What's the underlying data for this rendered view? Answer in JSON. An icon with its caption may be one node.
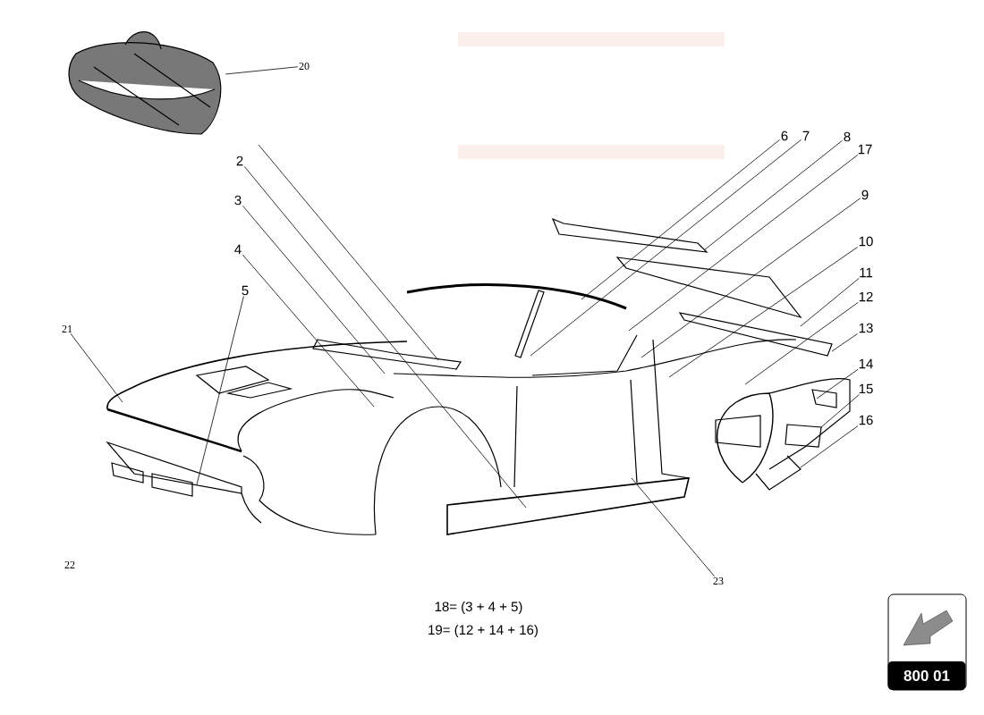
{
  "diagram": {
    "nodes": [
      {
        "text": [
          "20"
        ]
      },
      {
        "text": [
          "6"
        ]
      },
      {
        "text": [
          "7"
        ]
      },
      {
        "text": [
          "8"
        ]
      },
      {
        "text": [
          "17"
        ]
      },
      {
        "text": [
          "2"
        ]
      },
      {
        "text": [
          "9"
        ]
      },
      {
        "text": [
          "3"
        ]
      },
      {
        "text": [
          "10"
        ]
      },
      {
        "text": [
          "4"
        ]
      },
      {
        "text": [
          "11"
        ]
      },
      {
        "text": [
          "5"
        ]
      },
      {
        "text": [
          "12"
        ]
      },
      {
        "text": [
          "13"
        ]
      },
      {
        "text": [
          "21"
        ]
      },
      {
        "text": [
          "14"
        ]
      },
      {
        "text": [
          "15"
        ]
      },
      {
        "text": [
          "16"
        ]
      },
      {
        "text": [
          "23"
        ]
      },
      {
        "text": [
          "800 01"
        ]
      },
      {
        "text": [],
        "shape": "picture"
      }
    ],
    "edges": [
      {
        "from": 0,
        "to": 20,
        "arrow": "none"
      },
      {
        "from": 1,
        "to": null,
        "arrow": "none"
      },
      {
        "from": 2,
        "to": null,
        "arrow": "none"
      },
      {
        "from": 3,
        "to": null,
        "arrow": "none"
      },
      {
        "from": 4,
        "to": null,
        "arrow": "none"
      },
      {
        "from": 5,
        "to": null,
        "arrow": "none"
      },
      {
        "from": 6,
        "to": null,
        "arrow": "none"
      },
      {
        "from": 7,
        "to": null,
        "arrow": "none"
      },
      {
        "from": 8,
        "to": null,
        "arrow": "none"
      },
      {
        "from": 9,
        "to": null,
        "arrow": "none"
      },
      {
        "from": 10,
        "to": null,
        "arrow": "none"
      },
      {
        "from": 11,
        "to": null,
        "arrow": "none"
      },
      {
        "from": 12,
        "to": null,
        "arrow": "none"
      },
      {
        "from": 13,
        "to": null,
        "arrow": "none"
      },
      {
        "from": 14,
        "to": null,
        "arrow": "none"
      },
      {
        "from": 15,
        "to": null,
        "arrow": "none"
      },
      {
        "from": 16,
        "to": null,
        "arrow": "none"
      },
      {
        "from": 17,
        "to": null,
        "arrow": "none"
      },
      {
        "from": 18,
        "to": null,
        "arrow": "none"
      },
      {
        "from": 5,
        "to": null,
        "arrow": "none"
      }
    ],
    "labels": [
      "22",
      "18= (3 + 4 + 5)",
      "19= (12 + 14 + 16)"
    ]
  }
}
